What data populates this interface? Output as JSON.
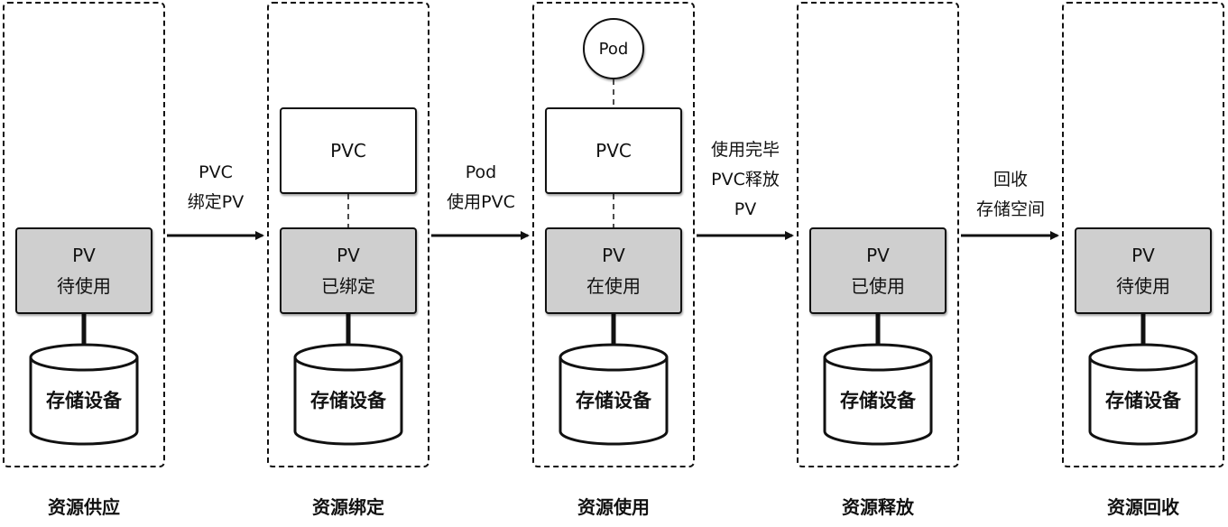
{
  "stages": [
    {
      "label": "资源供应",
      "pv_title": "PV",
      "pv_state": "待使用",
      "storage": "存储设备"
    },
    {
      "label": "资源绑定",
      "pv_title": "PV",
      "pv_state": "已绑定",
      "storage": "存储设备",
      "pvc": "PVC"
    },
    {
      "label": "资源使用",
      "pv_title": "PV",
      "pv_state": "在使用",
      "storage": "存储设备",
      "pvc": "PVC",
      "pod": "Pod"
    },
    {
      "label": "资源释放",
      "pv_title": "PV",
      "pv_state": "已使用",
      "storage": "存储设备"
    },
    {
      "label": "资源回收",
      "pv_title": "PV",
      "pv_state": "待使用",
      "storage": "存储设备"
    }
  ],
  "transitions": [
    {
      "line1": "PVC",
      "line2": "绑定PV"
    },
    {
      "line1": "Pod",
      "line2": "使用PVC"
    },
    {
      "line1": "使用完毕",
      "line2": "PVC释放",
      "line3": "PV"
    },
    {
      "line1": "回收",
      "line2": "存储空间"
    }
  ]
}
